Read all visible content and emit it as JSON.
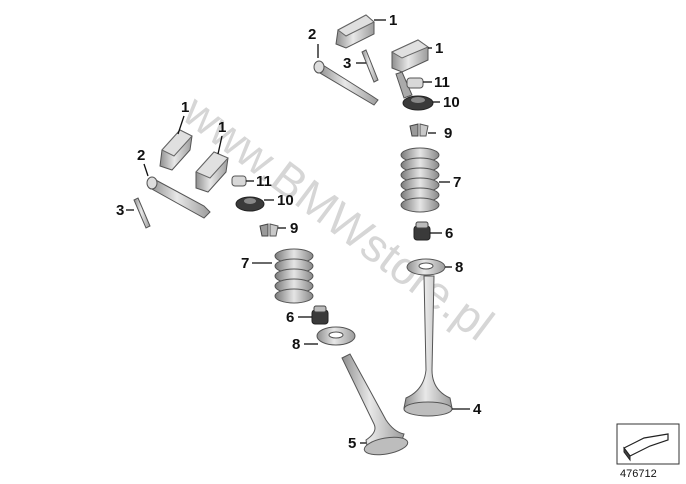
{
  "diagram": {
    "watermark": "www.BMWstore.pl",
    "reference_number": "476712",
    "callouts": [
      "1",
      "1",
      "1",
      "1",
      "2",
      "2",
      "3",
      "3",
      "11",
      "11",
      "10",
      "10",
      "9",
      "9",
      "7",
      "7",
      "6",
      "6",
      "8",
      "8",
      "4",
      "5"
    ],
    "icon": "arrow-wedge-icon"
  }
}
